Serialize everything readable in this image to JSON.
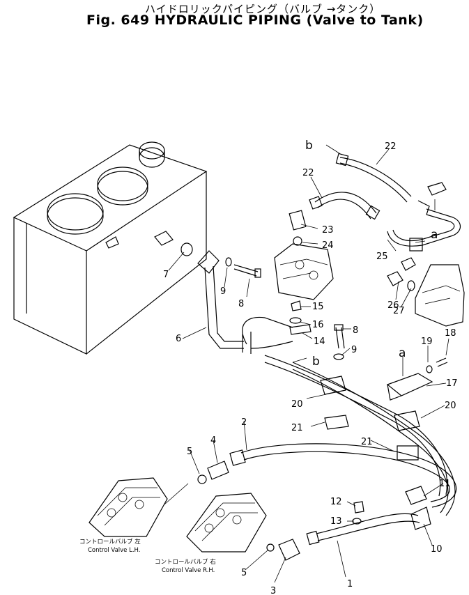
{
  "title_jp": "ハイドロリックパイピング（バルブ →タンク）",
  "title_en": "Fig. 649 HYDRAULIC PIPING (Valve to Tank)",
  "captions": {
    "lh_jp": "コントロールバルブ 左",
    "lh_en": "Control Valve  L.H.",
    "rh_jp": "コントロールバルブ 右",
    "rh_en": "Control Valve  R.H."
  },
  "part_labels": [
    "1",
    "2",
    "3",
    "4",
    "5",
    "5",
    "6",
    "7",
    "8",
    "8",
    "9",
    "9",
    "10",
    "11",
    "12",
    "13",
    "14",
    "15",
    "16",
    "17",
    "18",
    "19",
    "20",
    "20",
    "21",
    "21",
    "22",
    "22",
    "23",
    "24",
    "25",
    "26",
    "27"
  ],
  "letter_labels": [
    "a",
    "a",
    "b",
    "b"
  ]
}
